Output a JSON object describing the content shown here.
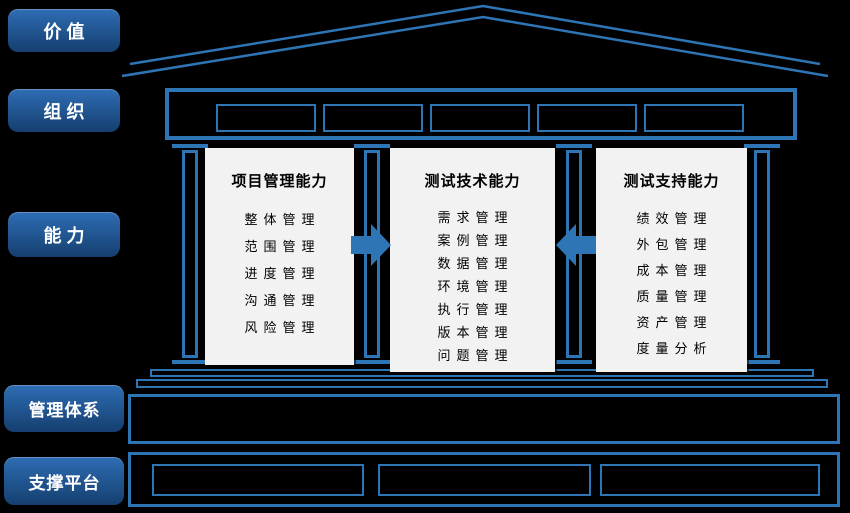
{
  "colors": {
    "background": "#000000",
    "structure_stroke": "#2E75B6",
    "panel_fill": "#F2F2F2",
    "panel_text": "#000000",
    "arrow_fill": "#2E75B6",
    "label_fill_top": "#2E6DB4",
    "label_fill_bottom": "#153F6F",
    "label_text": "#FFFFFF"
  },
  "side_labels": [
    {
      "label": "价值"
    },
    {
      "label": "组织"
    },
    {
      "label": "能力"
    },
    {
      "label": "管理体系"
    },
    {
      "label": "支撑平台"
    }
  ],
  "panels": [
    {
      "title": "项目管理能力",
      "items": [
        "整体管理",
        "范围管理",
        "进度管理",
        "沟通管理",
        "风险管理"
      ]
    },
    {
      "title": "测试技术能力",
      "items": [
        "需求管理",
        "案例管理",
        "数据管理",
        "环境管理",
        "执行管理",
        "版本管理",
        "问题管理"
      ]
    },
    {
      "title": "测试支持能力",
      "items": [
        "绩效管理",
        "外包管理",
        "成本管理",
        "质量管理",
        "资产管理",
        "度量分析"
      ]
    }
  ]
}
